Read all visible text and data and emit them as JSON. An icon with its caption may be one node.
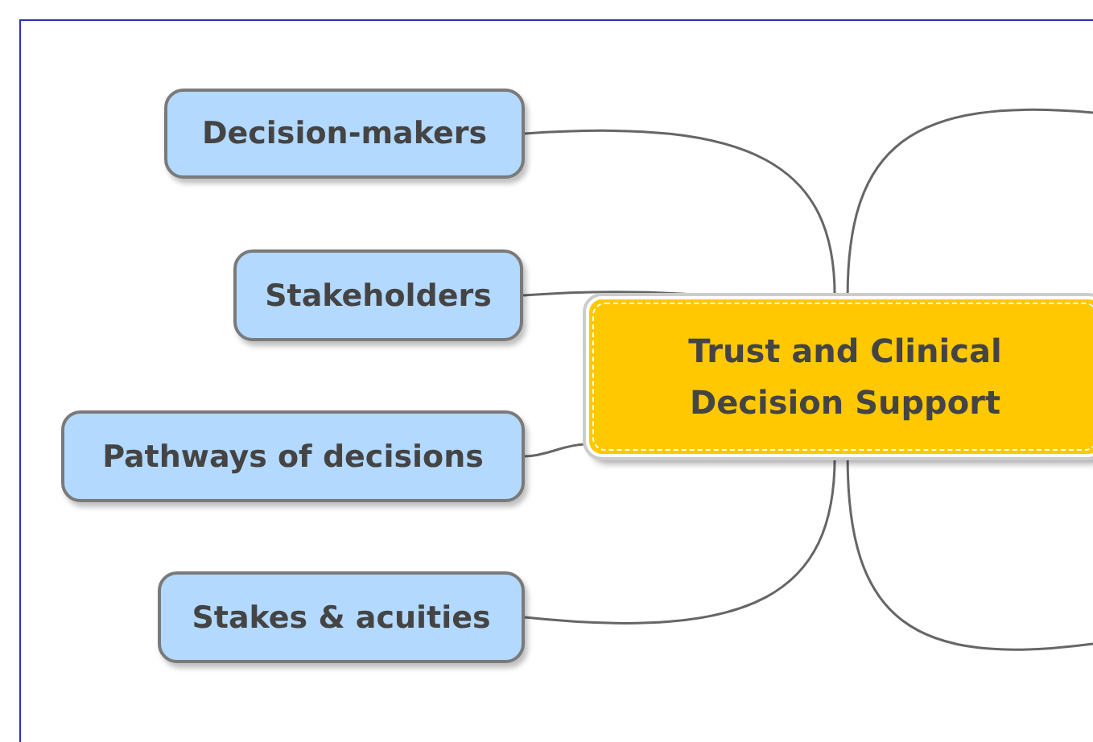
{
  "diagram": {
    "nodes": [
      {
        "text": [
          "Trust and Clinical Decision Support"
        ]
      },
      {
        "text": [
          "Decision-makers"
        ]
      },
      {
        "text": [
          "Stakeholders"
        ]
      },
      {
        "text": [
          "Pathways of decisions"
        ]
      },
      {
        "text": [
          "Stakes & acuities"
        ]
      }
    ],
    "edges": [
      {
        "from": 0,
        "to": 1,
        "arrow": "none"
      },
      {
        "from": 0,
        "to": 2,
        "arrow": "none"
      },
      {
        "from": 0,
        "to": 3,
        "arrow": "none"
      },
      {
        "from": 0,
        "to": 4,
        "arrow": "none"
      },
      {
        "from": 0,
        "to": null,
        "arrow": "none"
      },
      {
        "from": 0,
        "to": null,
        "arrow": "none"
      }
    ]
  }
}
